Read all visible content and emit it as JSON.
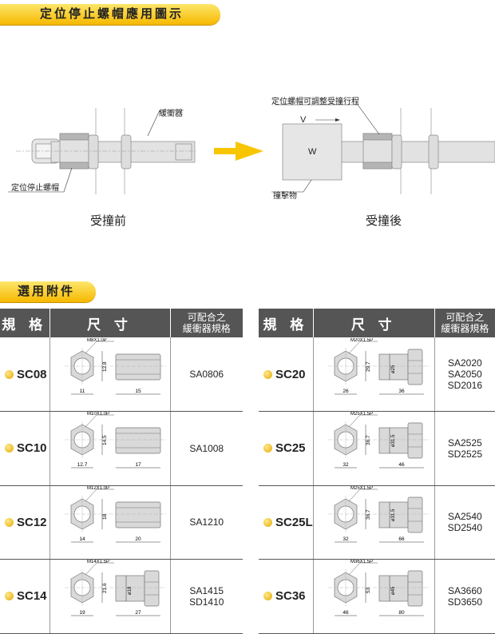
{
  "banners": {
    "usage": "定位停止螺帽應用圖示",
    "accessories": "選用附件"
  },
  "diagram": {
    "shock_absorber": "緩衝器",
    "stop_nut": "定位停止螺帽",
    "adjust_label": "定位螺帽可調整受撞行程",
    "velocity": "V",
    "weight": "W",
    "striker": "撞擊物",
    "before": "受撞前",
    "after": "受撞後"
  },
  "table_headers": {
    "model": "規 格",
    "size": "尺 寸",
    "compatible": "可配合之\n緩衝器規格"
  },
  "left_rows": [
    {
      "model": "SC08",
      "thread": "M8X1.0P",
      "height": "12.8",
      "width": "11",
      "length": "15",
      "dia": "",
      "compat": [
        "SA0806"
      ]
    },
    {
      "model": "SC10",
      "thread": "M10X1.0P",
      "height": "14.5",
      "width": "12.7",
      "length": "17",
      "dia": "",
      "compat": [
        "SA1008"
      ]
    },
    {
      "model": "SC12",
      "thread": "M12X1.0P",
      "height": "18",
      "width": "14",
      "length": "20",
      "dia": "",
      "compat": [
        "SA1210"
      ]
    },
    {
      "model": "SC14",
      "thread": "M14X1.5P",
      "height": "21.6",
      "width": "19",
      "length": "27",
      "dia": "ø18",
      "compat": [
        "SA1415",
        "SD1410"
      ]
    }
  ],
  "right_rows": [
    {
      "model": "SC20",
      "thread": "M20X1.5P",
      "height": "29.7",
      "width": "26",
      "length": "36",
      "dia": "ø25",
      "compat": [
        "SA2020",
        "SA2050",
        "SD2016"
      ]
    },
    {
      "model": "SC25",
      "thread": "M25X1.5P",
      "height": "36.7",
      "width": "32",
      "length": "46",
      "dia": "ø31.5",
      "compat": [
        "SA2525",
        "SD2525"
      ]
    },
    {
      "model": "SC25L",
      "thread": "M25X1.5P",
      "height": "36.7",
      "width": "32",
      "length": "66",
      "dia": "ø31.5",
      "compat": [
        "SA2540",
        "SD2540"
      ]
    },
    {
      "model": "SC36",
      "thread": "M36X1.5P",
      "height": "53",
      "width": "46",
      "length": "80",
      "dia": "ø45",
      "compat": [
        "SA3660",
        "SD3650"
      ]
    }
  ],
  "colors": {
    "accent": "#f6b800",
    "header": "#555555",
    "part": "#d9d9d9",
    "nut": "#b5b5b5"
  }
}
